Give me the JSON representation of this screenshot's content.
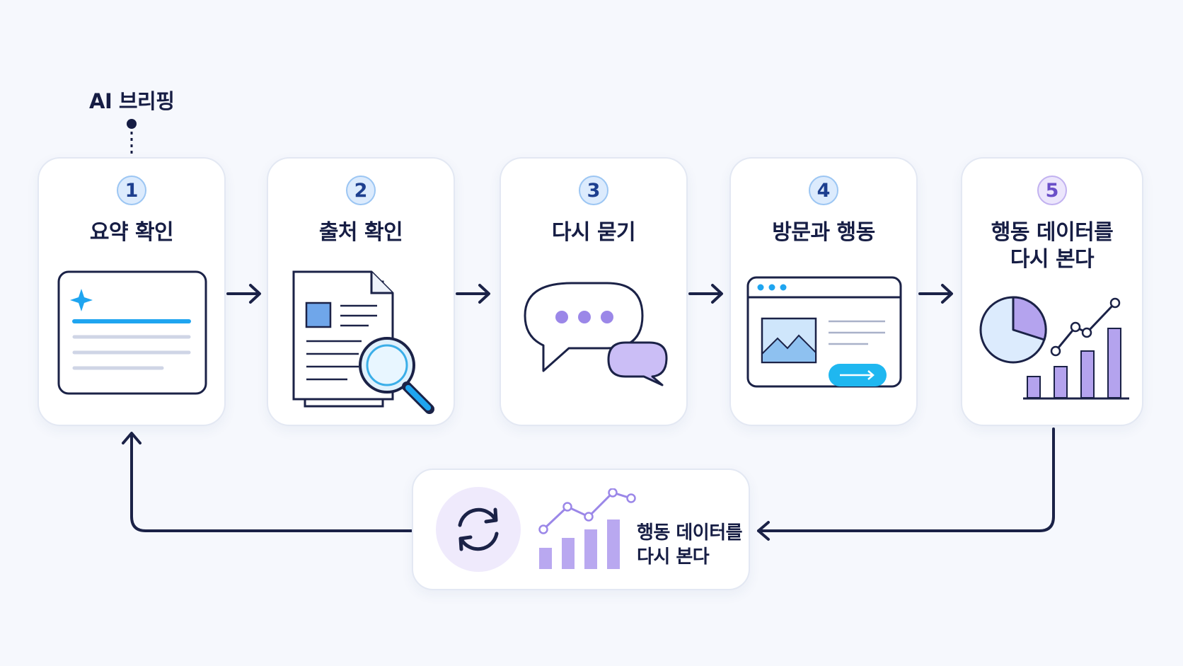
{
  "briefing": {
    "label": "AI 브리핑"
  },
  "steps": [
    {
      "number": "1",
      "title": "요약 확인"
    },
    {
      "number": "2",
      "title": "출처 확인"
    },
    {
      "number": "3",
      "title": "다시 묻기"
    },
    {
      "number": "4",
      "title": "방문과 행동"
    },
    {
      "number": "5",
      "title_line1": "행동 데이터를",
      "title_line2": "다시 본다"
    }
  ],
  "feedback": {
    "line1": "행동 데이터를",
    "line2": "다시 본다"
  },
  "colors": {
    "navy": "#1b2247",
    "blue_accent": "#1fa5f0",
    "violet": "#9b87e8",
    "violet_fill": "#c9bdf5",
    "card_border": "#e3e8f3"
  },
  "icons": [
    "sparkle-icon",
    "document-magnifier-icon",
    "chat-bubbles-icon",
    "browser-window-icon",
    "pie-bar-chart-icon",
    "refresh-icon",
    "trend-chart-icon"
  ]
}
